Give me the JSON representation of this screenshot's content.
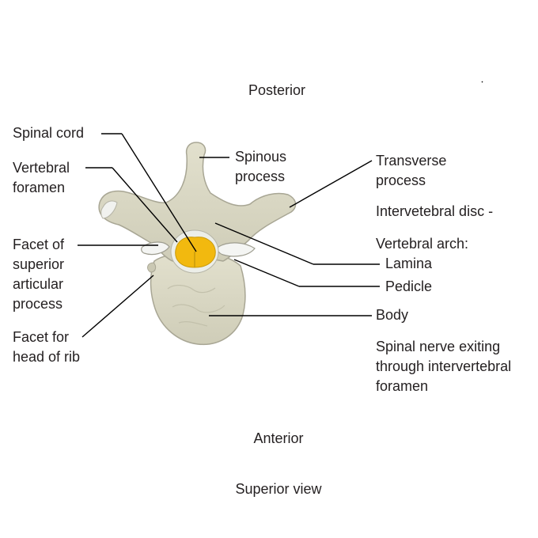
{
  "orientation": {
    "top": "Posterior",
    "bottom": "Anterior",
    "view": "Superior view"
  },
  "labels_left": {
    "spinal_cord": "Spinal cord",
    "vertebral_foramen": [
      "Vertebral",
      "foramen"
    ],
    "facet_superior": [
      "Facet of",
      "superior",
      "articular",
      "process"
    ],
    "facet_rib": [
      "Facet for",
      "head of rib"
    ]
  },
  "labels_right": {
    "spinous_process": [
      "Spinous",
      "process"
    ],
    "transverse_process": [
      "Transverse",
      "process"
    ],
    "intervertebral_disc": "Intervetebral disc -",
    "vertebral_arch": "Vertebral arch:",
    "lamina": "Lamina",
    "pedicle": "Pedicle",
    "body": "Body",
    "spinal_nerve": [
      "Spinal nerve exiting",
      "through intervertebral",
      "foramen"
    ]
  },
  "colors": {
    "bone": "#d8d6c2",
    "bone_outline": "#9e9c8a",
    "cartilage": "#eef0ee",
    "spinal_cord": "#f2b90f",
    "leader_line": "#000000",
    "text": "#231f20"
  }
}
